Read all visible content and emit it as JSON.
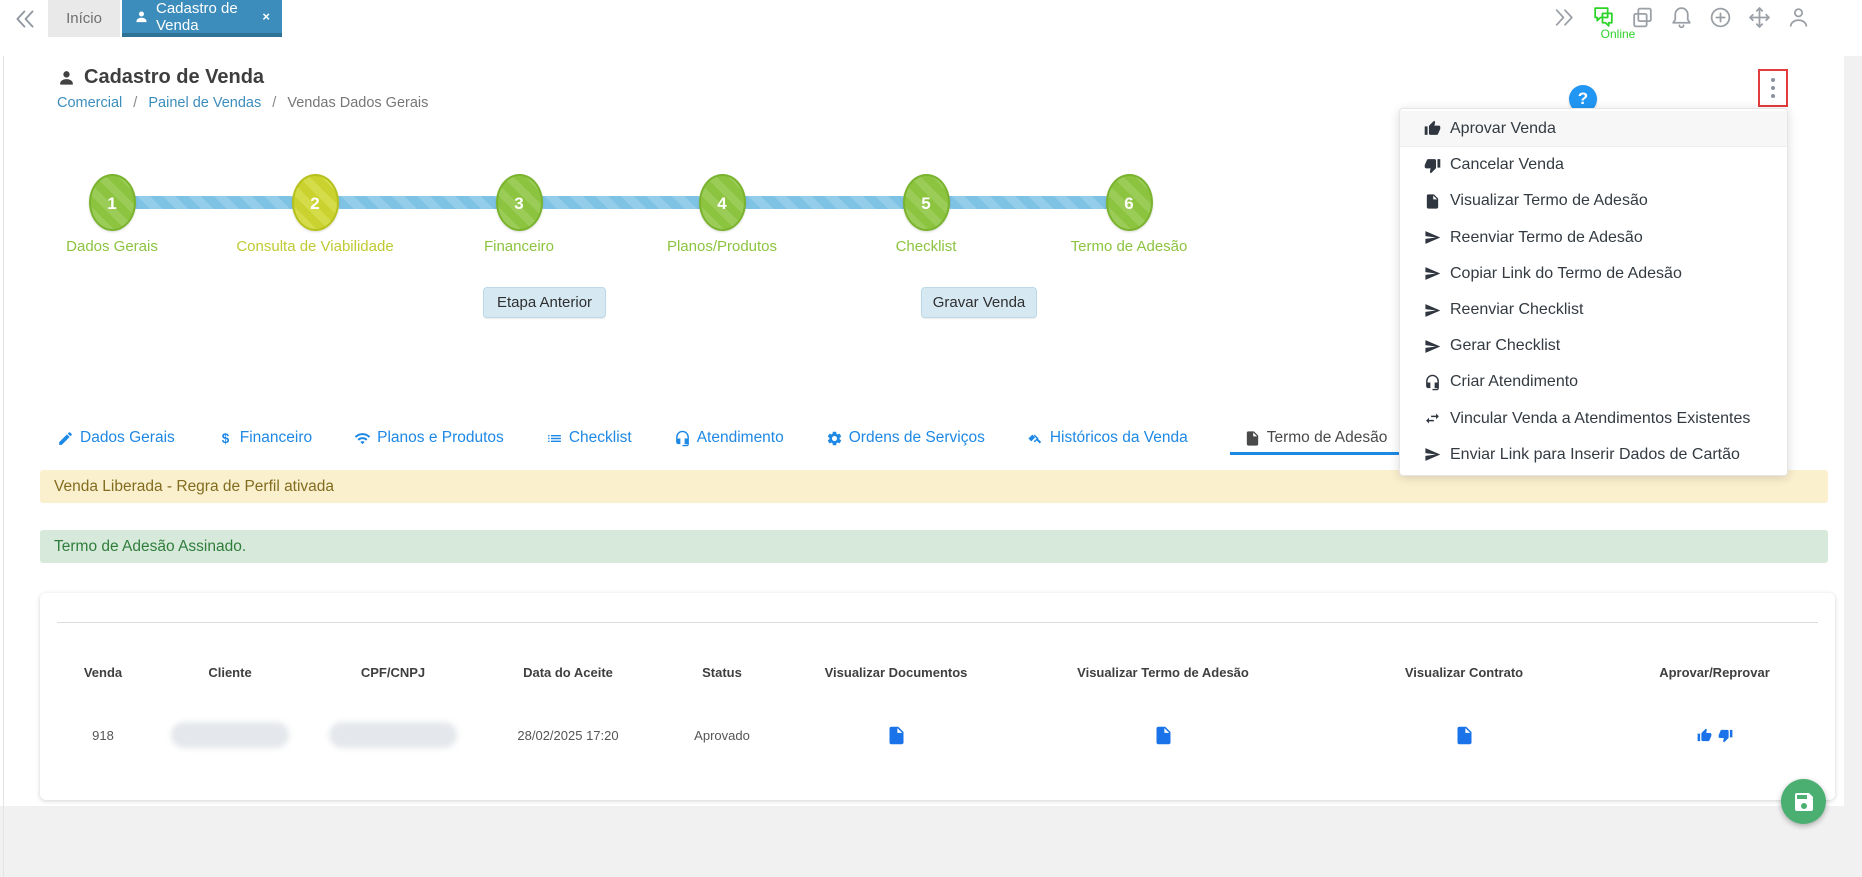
{
  "topbar": {
    "collapse_icon": "rewind-icon",
    "tabs": [
      {
        "label": "Início",
        "active": false
      },
      {
        "label": "Cadastro de Venda",
        "close_label": "×",
        "active": true,
        "icon": "user-icon"
      }
    ],
    "right_icons": [
      "fast-forward-icon",
      "chat-icon",
      "copy-icon",
      "bell-icon",
      "plus-circle-icon",
      "move-icon",
      "user-icon"
    ],
    "status": {
      "label": "Online"
    }
  },
  "page": {
    "title": "Cadastro de Venda",
    "breadcrumb": {
      "separator": "/",
      "items": [
        {
          "label": "Comercial",
          "link": true
        },
        {
          "label": "Painel de Vendas",
          "link": true
        },
        {
          "label": "Vendas Dados Gerais",
          "link": false
        }
      ]
    },
    "help_label": "?"
  },
  "wizard": {
    "steps": [
      {
        "num": "1",
        "label": "Dados Gerais",
        "state": "done"
      },
      {
        "num": "2",
        "label": "Consulta de Viabilidade",
        "state": "current"
      },
      {
        "num": "3",
        "label": "Financeiro",
        "state": "done"
      },
      {
        "num": "4",
        "label": "Planos/Produtos",
        "state": "done"
      },
      {
        "num": "5",
        "label": "Checklist",
        "state": "done"
      },
      {
        "num": "6",
        "label": "Termo de Adesão",
        "state": "done"
      }
    ]
  },
  "actions": {
    "previous_label": "Etapa Anterior",
    "save_label": "Gravar Venda"
  },
  "section_tabs": [
    {
      "label": "Dados Gerais",
      "icon": "pencil-icon",
      "active": false
    },
    {
      "label": "Financeiro",
      "icon": "dollar-icon",
      "active": false
    },
    {
      "label": "Planos e Produtos",
      "icon": "wifi-icon",
      "active": false
    },
    {
      "label": "Checklist",
      "icon": "list-icon",
      "active": false
    },
    {
      "label": "Atendimento",
      "icon": "headset-icon",
      "active": false
    },
    {
      "label": "Ordens de Serviços",
      "icon": "gears-icon",
      "active": false
    },
    {
      "label": "Históricos da Venda",
      "icon": "handshake-icon",
      "active": false
    },
    {
      "label": "Termo de Adesão",
      "icon": "file-icon",
      "active": true
    }
  ],
  "alerts": [
    {
      "type": "warning",
      "text": "Venda Liberada - Regra de Perfil ativada"
    },
    {
      "type": "success",
      "text": "Termo de Adesão Assinado."
    }
  ],
  "context_menu": {
    "items": [
      {
        "icon": "thumbs-up-icon",
        "label": "Aprovar Venda",
        "highlighted": true
      },
      {
        "icon": "thumbs-down-icon",
        "label": "Cancelar Venda"
      },
      {
        "icon": "file-icon",
        "label": "Visualizar Termo de Adesão"
      },
      {
        "icon": "send-icon",
        "label": "Reenviar Termo de Adesão"
      },
      {
        "icon": "send-icon",
        "label": "Copiar Link do Termo de Adesão"
      },
      {
        "icon": "send-icon",
        "label": "Reenviar Checklist"
      },
      {
        "icon": "send-icon",
        "label": "Gerar Checklist"
      },
      {
        "icon": "headset-icon",
        "label": "Criar Atendimento"
      },
      {
        "icon": "exchange-icon",
        "label": "Vincular Venda a Atendimentos Existentes"
      },
      {
        "icon": "send-icon",
        "label": "Enviar Link para Inserir Dados de Cartão"
      }
    ]
  },
  "table": {
    "headers": [
      "Venda",
      "Cliente",
      "CPF/CNPJ",
      "Data do Aceite",
      "Status",
      "Visualizar Documentos",
      "Visualizar Termo de Adesão",
      "Visualizar Contrato",
      "Aprovar/Reprovar"
    ],
    "rows": [
      {
        "venda": "918",
        "cliente_redacted": true,
        "cpf_cnpj_redacted": true,
        "data_aceite": "28/02/2025 17:20",
        "status": "Aprovado",
        "action_icons": [
          "file-icon",
          "file-icon",
          "file-icon",
          "thumbs-up-icon",
          "thumbs-down-icon"
        ]
      }
    ]
  },
  "fab": {
    "icon": "save-icon"
  },
  "colors": {
    "active_tab_blue": "#3c8dbc",
    "section_tab_blue": "#1e88e5",
    "step_green": "#8cc43f",
    "step_current_yellow": "#c0ca33",
    "connector_blue": "#7ec3e4",
    "warning_bg": "#fbf0cd",
    "success_bg": "#d6e9da",
    "doc_icon_blue": "#1a73e8",
    "fab_green": "#4caf72",
    "online_green": "#2ed32a",
    "highlight_red": "#e23c3c"
  }
}
